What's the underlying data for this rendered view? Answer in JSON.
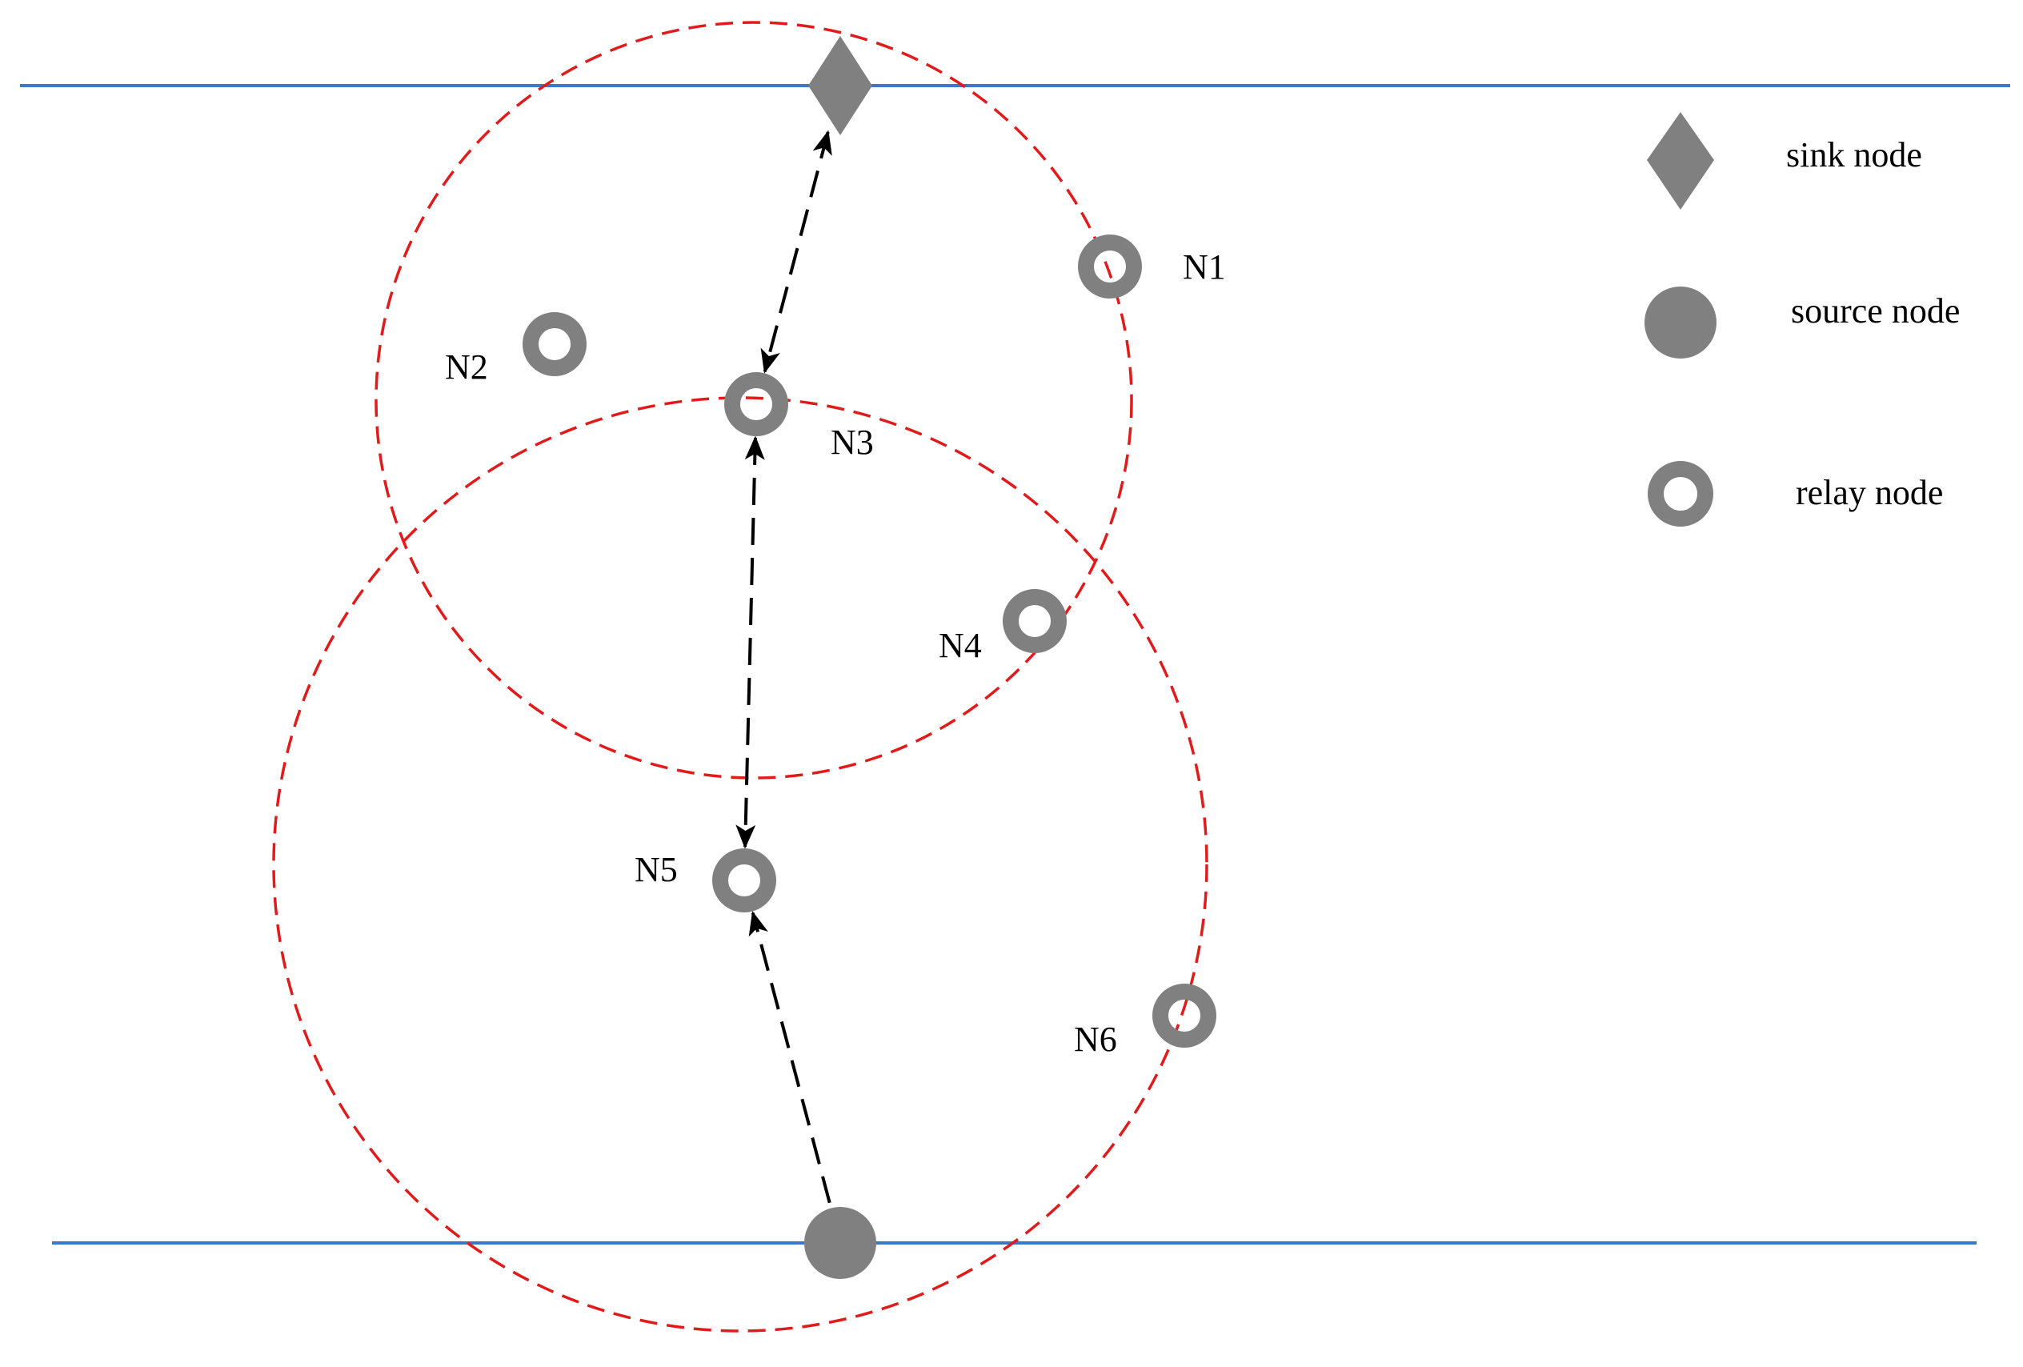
{
  "colors": {
    "boundary": "#3a78c3",
    "range": "#e01b1b",
    "node": "#808080",
    "arrow": "#000000"
  },
  "nodes": [
    {
      "id": "sink",
      "type": "sink",
      "label": ""
    },
    {
      "id": "N1",
      "type": "relay",
      "label": "N1"
    },
    {
      "id": "N2",
      "type": "relay",
      "label": "N2"
    },
    {
      "id": "N3",
      "type": "relay",
      "label": "N3"
    },
    {
      "id": "N4",
      "type": "relay",
      "label": "N4"
    },
    {
      "id": "N5",
      "type": "relay",
      "label": "N5"
    },
    {
      "id": "N6",
      "type": "relay",
      "label": "N6"
    },
    {
      "id": "source",
      "type": "source",
      "label": ""
    }
  ],
  "links": [
    {
      "from": "sink",
      "to": "N3",
      "bidirectional": true
    },
    {
      "from": "N3",
      "to": "N5",
      "bidirectional": true
    },
    {
      "from": "source",
      "to": "N5",
      "bidirectional": false
    }
  ],
  "legend": [
    {
      "type": "sink",
      "icon": "diamond-icon",
      "label": "sink node"
    },
    {
      "type": "source",
      "icon": "filled-circle-icon",
      "label": "source node"
    },
    {
      "type": "relay",
      "icon": "ring-icon",
      "label": "relay node"
    }
  ]
}
